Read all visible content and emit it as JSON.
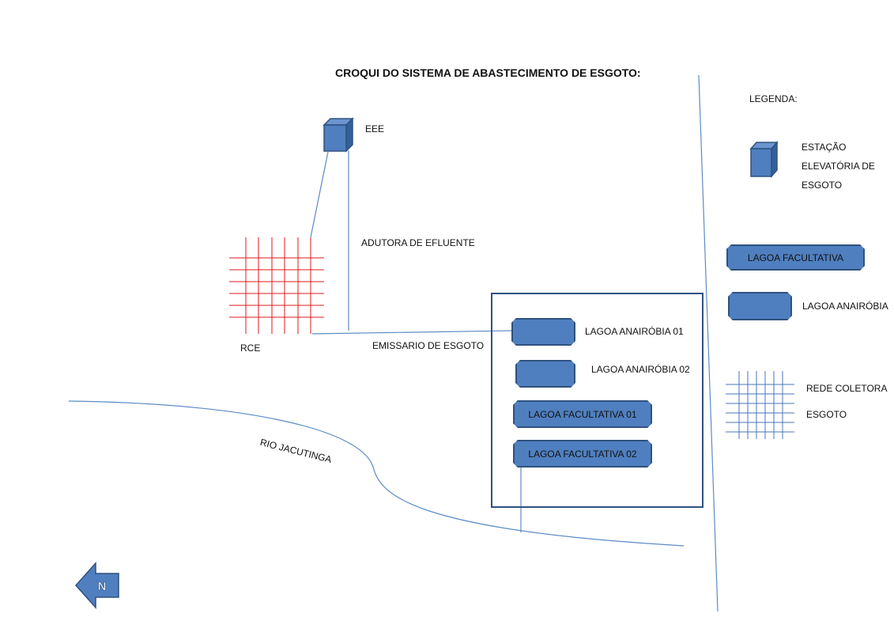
{
  "title": "CROQUI DO SISTEMA DE ABASTECIMENTO DE ESGOTO:",
  "labels": {
    "eee": "EEE",
    "adutora": "ADUTORA DE EFLUENTE",
    "rce": "RCE",
    "emissario": "EMISSARIO DE ESGOTO",
    "rio": "RIO JACUTINGA",
    "north": "N"
  },
  "ponds": {
    "anaerobic_1": "LAGOA ANAIRÓBIA 01",
    "anaerobic_2": "LAGOA ANAIRÓBIA 02",
    "facultative_1": "LAGOA FACULTATIVA 01",
    "facultative_2": "LAGOA FACULTATIVA 02"
  },
  "legend": {
    "title": "LEGENDA:",
    "station": "ESTAÇÃO\nELEVATÓRIA DE\nESGOTO",
    "facultative": "LAGOA FACULTATIVA",
    "anaerobic": "LAGOA ANAIRÓBIA",
    "network_line1": "REDE COLETORA",
    "network_line2": "ESGOTO"
  },
  "colors": {
    "box_fill": "#4f7fbf",
    "box_stroke": "#2f527f",
    "line": "#5b8bc5",
    "grid_red": "#e0191e",
    "grid_blue": "#4a74b8"
  }
}
